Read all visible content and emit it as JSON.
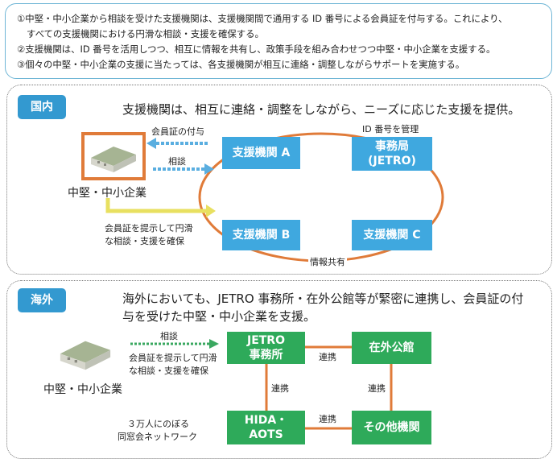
{
  "intro": {
    "line1": "①中堅・中小企業から相談を受けた支援機関は、支援機関間で通用する ID 番号による会員証を付与する。これにより、",
    "line1_cont": "すべての支援機関における円滑な相談・支援を確保する。",
    "line2": "②支援機関は、ID 番号を活用しつつ、相互に情報を共有し、政策手段を組み合わせつつ中堅・中小企業を支援する。",
    "line3": "③個々の中堅・中小企業の支援に当たっては、各支援機関が相互に連絡・調整しながらサポートを実施する。"
  },
  "domestic": {
    "tab": "国内",
    "lead": "支援機関は、相互に連絡・調整をしながら、ニーズに応じた支援を提供。",
    "company": "中堅・中小企業",
    "arrow_member_card": "会員証の付与",
    "arrow_consult": "相談",
    "show_card_note": [
      "会員証を提示して円滑",
      "な相談・支援を確保"
    ],
    "id_manage": "ID 番号を管理",
    "info_share": "情報共有",
    "box_a": "支援機関 A",
    "box_office": [
      "事務局",
      "(JETRO)"
    ],
    "box_b": "支援機関 B",
    "box_c": "支援機関 C"
  },
  "overseas": {
    "tab": "海外",
    "lead": [
      "海外においても、JETRO 事務所・在外公館等が緊密に連携し、会員証の付",
      "与を受けた中堅・中小企業を支援。"
    ],
    "company": "中堅・中小企業",
    "arrow_consult": "相談",
    "show_card_note": [
      "会員証を提示して円滑",
      "な相談・支援を確保"
    ],
    "box_jetro": [
      "JETRO",
      "事務所"
    ],
    "box_embassy": "在外公館",
    "box_hida": [
      "HIDA・",
      "AOTS"
    ],
    "box_other": "その他機関",
    "link_top": "連携",
    "link_left": "連携",
    "link_right": "連携",
    "link_bottom": "連携",
    "network_note": [
      "３万人にのぼる",
      "同窓会ネットワーク"
    ]
  },
  "colors": {
    "blue_box": "#3fa8df",
    "green_box": "#2eaa5a",
    "tab": "#3399d0",
    "orange": "#e07b39",
    "arrow_blue": "#5aaee0",
    "arrow_yellow": "#e8e060",
    "arrow_green": "#3aa860"
  },
  "icons": [
    "building-icon",
    "building-icon"
  ]
}
